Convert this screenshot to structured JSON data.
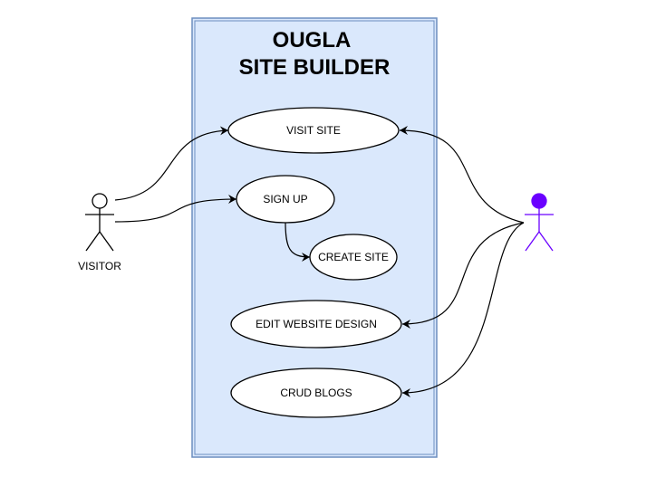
{
  "system": {
    "title_line1": "OUGLA",
    "title_line2": "SITE BUILDER",
    "fill_color": "#dae8fc",
    "border_color": "#6c8ebf"
  },
  "actors": {
    "visitor": {
      "label": "VISITOR",
      "color": "#000000"
    },
    "admin": {
      "label": "",
      "color": "#6a00ff"
    }
  },
  "use_cases": {
    "visit_site": "VISIT SITE",
    "sign_up": "SIGN UP",
    "create_site": "CREATE SITE",
    "edit_design": "EDIT WEBSITE DESIGN",
    "crud_blogs": "CRUD BLOGS"
  },
  "relationships": [
    {
      "from": "visitor",
      "to": "visit_site"
    },
    {
      "from": "visitor",
      "to": "sign_up"
    },
    {
      "from": "sign_up",
      "to": "create_site"
    },
    {
      "from": "admin",
      "to": "visit_site"
    },
    {
      "from": "admin",
      "to": "edit_design"
    },
    {
      "from": "admin",
      "to": "crud_blogs"
    }
  ]
}
